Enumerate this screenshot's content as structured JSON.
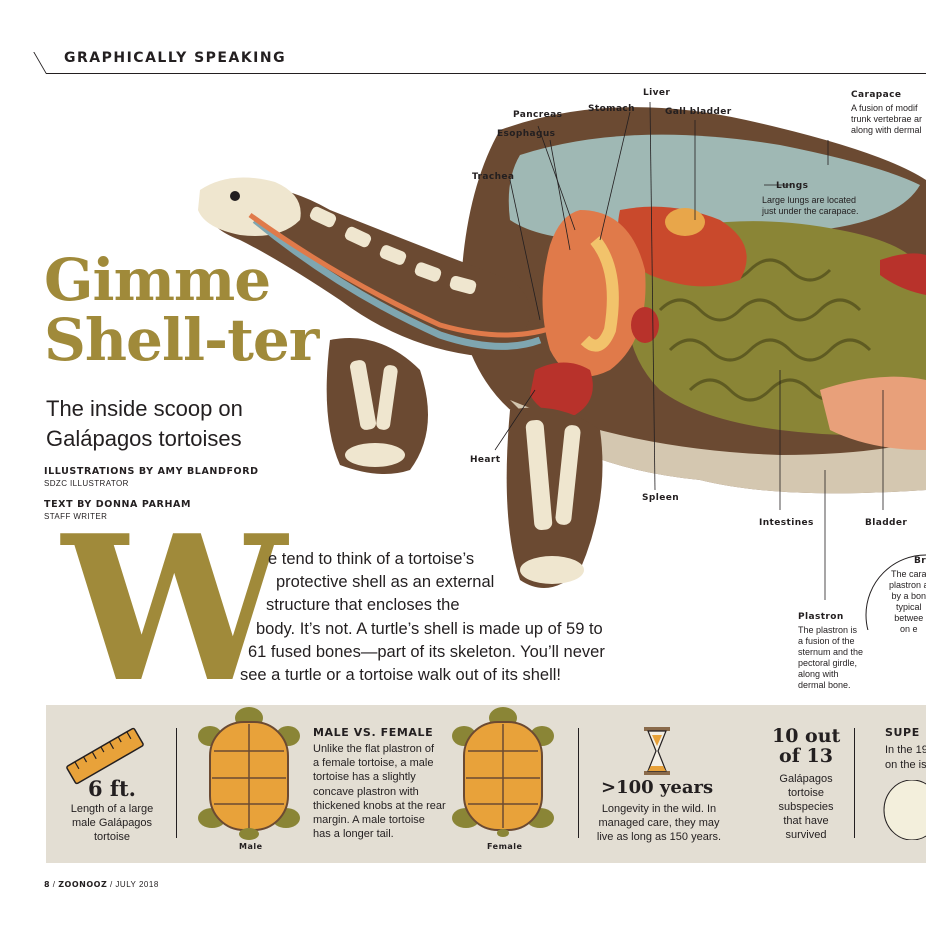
{
  "header": {
    "section": "GRAPHICALLY SPEAKING"
  },
  "article": {
    "title_line1": "Gimme",
    "title_line2": "Shell-ter",
    "subtitle_line1": "The inside scoop on",
    "subtitle_line2": "Galápagos tortoises",
    "illustrator_credit": "ILLUSTRATIONS BY AMY BLANDFORD",
    "illustrator_role": "SDZC ILLUSTRATOR",
    "writer_credit": "TEXT BY DONNA PARHAM",
    "writer_role": "STAFF WRITER",
    "dropcap": "W",
    "intro_lines": [
      "e tend to think of a tortoise’s",
      "protective shell as an external",
      "structure that encloses the",
      "body. It’s not. A turtle’s shell is made up of 59 to",
      "61 fused bones—part of its skeleton. You’ll never",
      "see a turtle or a tortoise walk out of its shell!"
    ]
  },
  "anatomy": {
    "labels": {
      "liver": "Liver",
      "pancreas": "Pancreas",
      "stomach": "Stomach",
      "gall_bladder": "Gall bladder",
      "esophagus": "Esophagus",
      "trachea": "Trachea",
      "carapace": "Carapace",
      "lungs": "Lungs",
      "heart": "Heart",
      "spleen": "Spleen",
      "intestines": "Intestines",
      "bladder": "Bladder",
      "plastron": "Plastron",
      "breathing": "Br"
    },
    "carapace_note": [
      "A fusion of modif",
      "trunk vertebrae ar",
      "along with dermal"
    ],
    "lungs_note": [
      "Large lungs are located",
      "just under the carapace."
    ],
    "plastron_note": [
      "The plastron is",
      "a fusion of the",
      "sternum and the",
      "pectoral girdle,",
      "along with",
      "dermal bone."
    ],
    "breathing_note": [
      "The cara",
      "plastron a",
      "by a bon",
      "typical",
      "betwee",
      "on e"
    ]
  },
  "facts": {
    "size_value": "6 ft.",
    "size_text": [
      "Length of a large",
      "male Galápagos",
      "tortoise"
    ],
    "mvf_title": "MALE VS. FEMALE",
    "mvf_text": [
      "Unlike the flat plastron of",
      "a female tortoise, a male",
      "tortoise has a slightly",
      "concave plastron with",
      "thickened knobs at the rear",
      "margin. A male tortoise",
      "has a longer tail."
    ],
    "male_caption": "Male",
    "female_caption": "Female",
    "longevity_value": ">100 years",
    "longevity_text": [
      "Longevity in the wild. In",
      "managed care, they may",
      "live as long as 150 years."
    ],
    "subspecies_value_1": "10 out",
    "subspecies_value_2": "of 13",
    "subspecies_text": [
      "Galápagos",
      "tortoise",
      "subspecies",
      "that have",
      "survived"
    ],
    "super_title": "SUPE",
    "super_text": [
      "In the 19",
      "on the is"
    ]
  },
  "footer": {
    "page": "8",
    "magazine": "ZOONOOZ",
    "date": "JULY 2018"
  },
  "colors": {
    "accent_gold": "#a08a3a",
    "band_bg": "#e3ded3",
    "shell_brown": "#6b4a32",
    "bone": "#efe6cf",
    "lungs_blue": "#9fb8b4",
    "intestine_olive": "#8a8536",
    "organ_orange": "#e07a4a",
    "organ_red": "#b8322b"
  }
}
